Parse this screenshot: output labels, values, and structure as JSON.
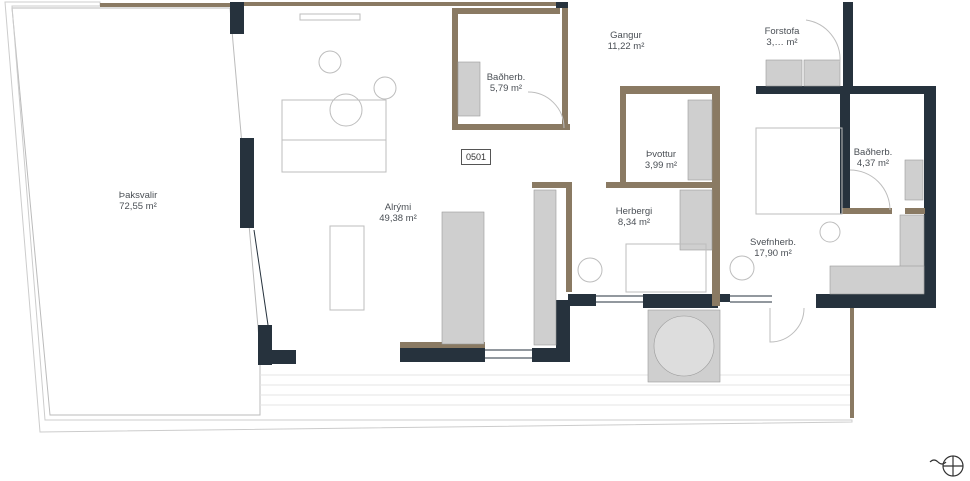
{
  "plan": {
    "unit_id": "0501",
    "colors": {
      "wall_exterior": "#26323d",
      "wall_interior": "#8a7a63",
      "fixture": "#c9c9c9",
      "line": "#bdbdbd"
    },
    "rooms": [
      {
        "name": "Þaksvalir",
        "area": "72,55 m²"
      },
      {
        "name": "Alrými",
        "area": "49,38 m²"
      },
      {
        "name": "Baðherb.",
        "area": "5,79 m²"
      },
      {
        "name": "Gangur",
        "area": "11,22 m²"
      },
      {
        "name": "Forstofa",
        "area": "3,… m²"
      },
      {
        "name": "Þvottur",
        "area": "3,99 m²"
      },
      {
        "name": "Herbergi",
        "area": "8,34 m²"
      },
      {
        "name": "Svefnherb.",
        "area": "17,90 m²"
      },
      {
        "name": "Baðherb.",
        "area": "4,37 m²"
      }
    ],
    "compass_icon": "north-arrow-compass"
  }
}
